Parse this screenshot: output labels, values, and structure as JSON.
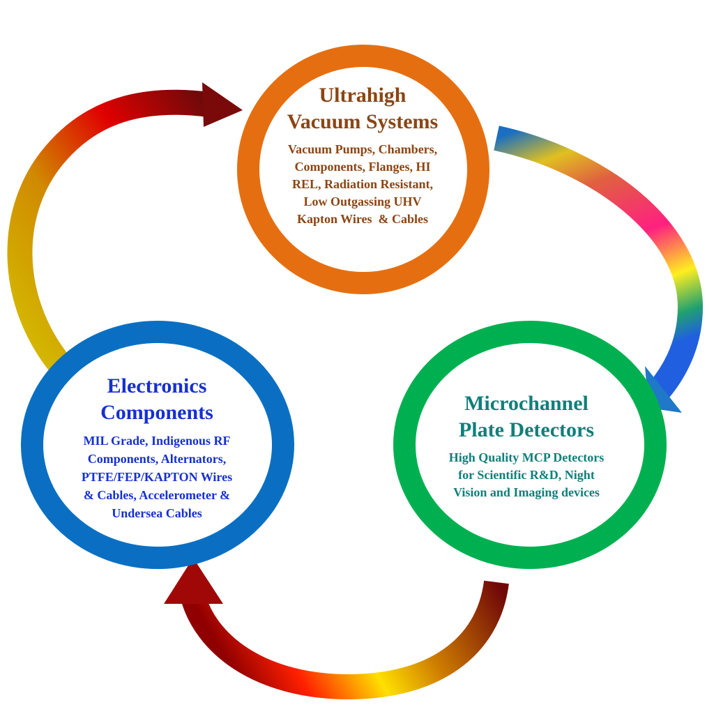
{
  "nodes": [
    {
      "title_line1": "Ultrahigh",
      "title_line2": "Vacuum Systems",
      "desc": [
        "Vacuum Pumps, Chambers,",
        "Components, Flanges, HI",
        "REL, Radiation Resistant,",
        "Low Outgassing UHV",
        "Kapton Wires  & Cables"
      ],
      "ring_color": "#e56f10",
      "text_color": "#8b4513"
    },
    {
      "title_line1": "Electronics",
      "title_line2": "Components",
      "desc": [
        "MIL Grade, Indigenous RF",
        "Components, Alternators,",
        "PTFE/FEP/KAPTON Wires",
        "& Cables, Accelerometer &",
        "Undersea Cables"
      ],
      "ring_color": "#0a6fc2",
      "text_color": "#1530d0"
    },
    {
      "title_line1": "Microchannel",
      "title_line2": "Plate Detectors",
      "desc": [
        "High Quality MCP Detectors",
        "for Scientific R&D, Night",
        "Vision and Imaging devices"
      ],
      "ring_color": "#00b050",
      "text_color": "#0f7f7a"
    }
  ]
}
